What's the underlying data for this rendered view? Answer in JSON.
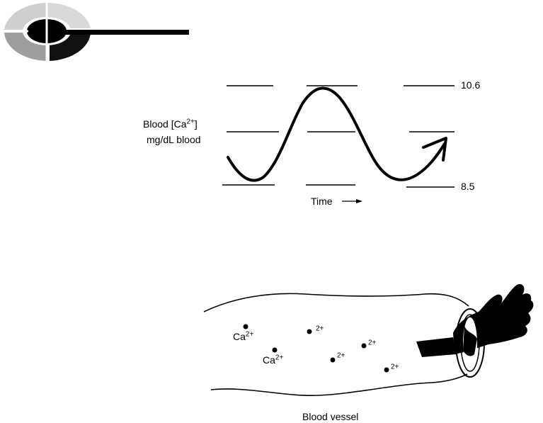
{
  "upper_value": "10.6",
  "lower_value": "8.5",
  "y_label": {
    "line1_prefix": "Blood [Ca",
    "line1_sup": "2+",
    "line1_suffix": "]",
    "line2": "mg/dL blood"
  },
  "time_label": "Time",
  "ions": [
    {
      "base": "Ca",
      "sup": "2+"
    },
    {
      "base": "",
      "sup": "2+"
    },
    {
      "base": "Ca",
      "sup": "2+"
    },
    {
      "base": "",
      "sup": "2+"
    },
    {
      "base": "",
      "sup": "2+"
    },
    {
      "base": "",
      "sup": "2+"
    }
  ],
  "vessel_label": "Blood vessel",
  "icons": {
    "logo": "segmented-ellipse-logo",
    "time_arrow": "right-arrow-icon",
    "hand": "hand-grasping-ring-icon"
  }
}
